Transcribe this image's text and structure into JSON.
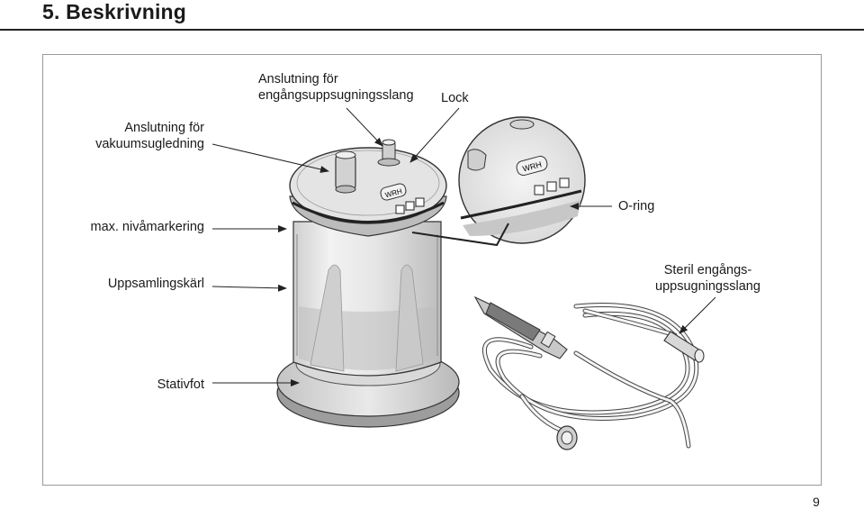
{
  "heading": "5. Beskrivning",
  "labels": {
    "vacuum_line_1": "Anslutning för",
    "vacuum_line_2": "vakuumsugledning",
    "disposable_line_1": "Anslutning för",
    "disposable_line_2": "engångsuppsugningsslang",
    "lid": "Lock",
    "oring": "O-ring",
    "max_level": "max. nivåmarkering",
    "container": "Uppsamlingskärl",
    "tube_line_1": "Steril engångs-",
    "tube_line_2": "uppsugningsslang",
    "stand": "Stativfot"
  },
  "lid_brand": "WRH",
  "page_number": "9"
}
